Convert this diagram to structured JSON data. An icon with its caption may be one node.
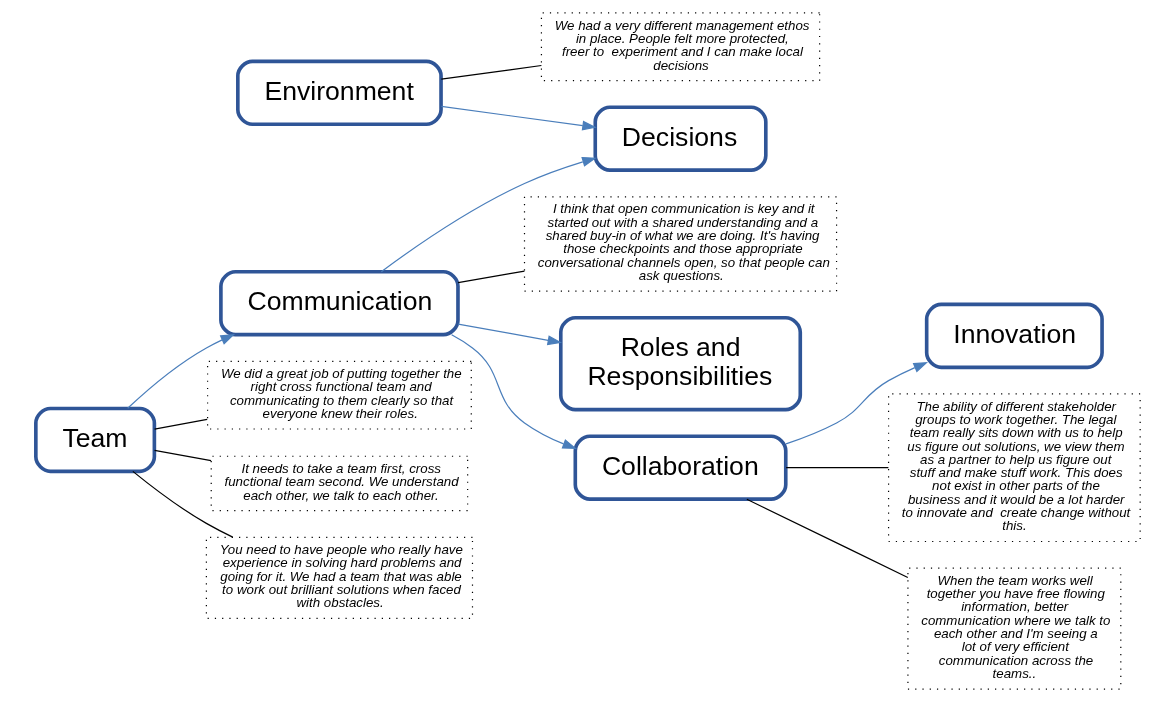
{
  "diagram": {
    "nodes": [
      {
        "text": [
          "Environment"
        ]
      },
      {
        "text": [
          "We had a very different management ethos in place. People felt more protected, freer to  experiment and I can make local decisions"
        ]
      },
      {
        "text": [
          "I think that open communication is key and it started out with a shared understanding and a shared buy-in of what we are doing. It's having those checkpoints and those appropriate conversational channels open, so that people can ask questions."
        ]
      },
      {
        "text": [
          "Decisions"
        ]
      },
      {
        "text": [
          "Communication"
        ]
      },
      {
        "text": [
          "Roles and Responsibilities"
        ]
      },
      {
        "text": [
          "We did a great job of putting together the right cross functional team and communicating to them clearly so that everyone knew their roles."
        ]
      },
      {
        "text": [
          "Team"
        ]
      },
      {
        "text": [
          "Innovation"
        ]
      },
      {
        "text": [
          "Collaboration"
        ]
      },
      {
        "text": [
          "It needs to take a team first, cross functional team second. We understand each other, we talk to each other."
        ]
      },
      {
        "text": [
          "The ability of different stakeholder groups to work together. The legal team really sits down with us to help us figure out solutions, we view them as a partner to help us figure out stuff and make stuff work. This does not exist in other parts of the business and it would be a lot harder to innovate and  create change without this."
        ]
      },
      {
        "text": [
          "You need to have people who really have experience in solving hard problems and going for it. We had a team that was able to work out brilliant solutions when faced with obstacles."
        ]
      },
      {
        "text": [
          "When the team works well together you have free flowing information, better communication where we talk to each other and I'm seeing a lot of very efficient communication across the teams.."
        ]
      }
    ],
    "edges": [
      {
        "from": 0,
        "to": 3,
        "arrow": "to",
        "color": "#4a7ebb"
      },
      {
        "from": 0,
        "to": 1,
        "arrow": "none"
      },
      {
        "from": 4,
        "to": 2,
        "arrow": "none"
      },
      {
        "from": 4,
        "to": 3,
        "arrow": "to",
        "color": "#4a7ebb"
      },
      {
        "from": 4,
        "to": 5,
        "arrow": "to",
        "color": "#4a7ebb"
      },
      {
        "from": 4,
        "to": 9,
        "arrow": "to",
        "color": "#4a7ebb"
      },
      {
        "from": 7,
        "to": 4,
        "arrow": "to",
        "color": "#4a7ebb"
      },
      {
        "from": 7,
        "to": 6,
        "arrow": "none"
      },
      {
        "from": 7,
        "to": 10,
        "arrow": "none"
      },
      {
        "from": 7,
        "to": 12,
        "arrow": "none"
      },
      {
        "from": 9,
        "to": 8,
        "arrow": "to",
        "color": "#4a7ebb"
      },
      {
        "from": 9,
        "to": 13,
        "arrow": "none"
      },
      {
        "from": 9,
        "to": 11,
        "arrow": "none"
      }
    ]
  }
}
